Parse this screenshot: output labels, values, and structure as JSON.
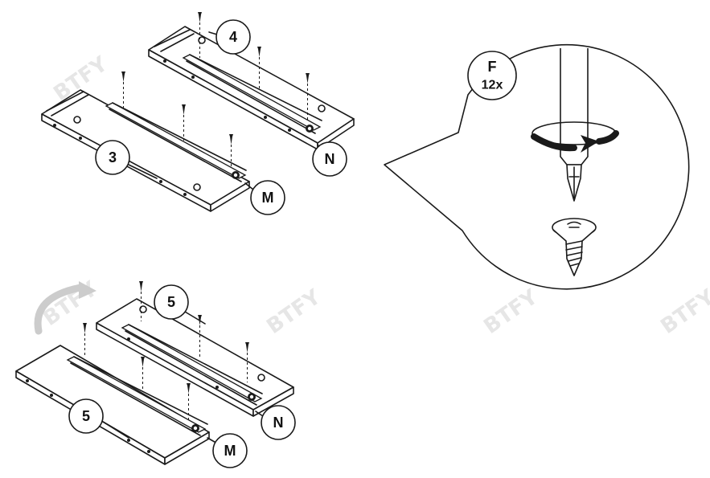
{
  "watermark": {
    "text": "BTFY"
  },
  "callouts": [
    {
      "id": "panel-top-right",
      "label": "4"
    },
    {
      "id": "panel-top-left",
      "label": "3"
    },
    {
      "id": "slide-top-right",
      "label": "N"
    },
    {
      "id": "slide-top-left",
      "label": "M"
    },
    {
      "id": "panel-bottom-right",
      "label": "5"
    },
    {
      "id": "panel-bottom-left",
      "label": "5"
    },
    {
      "id": "slide-bottom-right",
      "label": "N"
    },
    {
      "id": "slide-bottom-left",
      "label": "M"
    }
  ],
  "detail": {
    "part_letter": "F",
    "quantity": "12x"
  },
  "colors": {
    "line": "#1a1a1a",
    "background": "#ffffff",
    "watermark": "#e6e6e6"
  }
}
